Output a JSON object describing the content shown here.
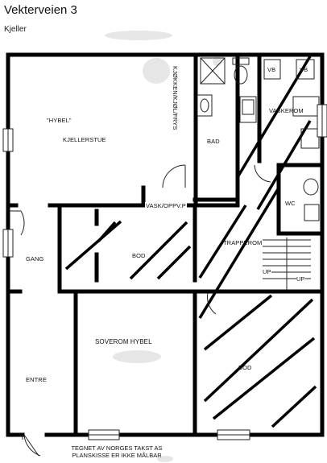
{
  "header": {
    "title": "Vekterveien 3",
    "subtitle": "Kjeller"
  },
  "rooms": {
    "hybel_quote": "\"HYBEL\"",
    "kjellerstue": "KJELLERSTUE",
    "kjokken": "KJØKKEN/KJØL/FRYS",
    "bad_upper": "BAD",
    "vb1": "VB",
    "vb2": "VB",
    "vaskerom": "VASKEROM",
    "wc": "WC",
    "vask_oppv": "VASK/OPPV.P",
    "gang": "GANG",
    "bod_mid": "BOD",
    "trapperom": "TRAPPEROM",
    "up1": "UP",
    "up2": "UP",
    "soverom_hybel": "SOVEROM HYBEL",
    "entre": "ENTRE",
    "bod_large": "BOD"
  },
  "footer": {
    "note_line1": "TEGNET AV NORGES TAKST AS",
    "note_line2": "PLANSKISSE ER IKKE MÅLBAR"
  }
}
